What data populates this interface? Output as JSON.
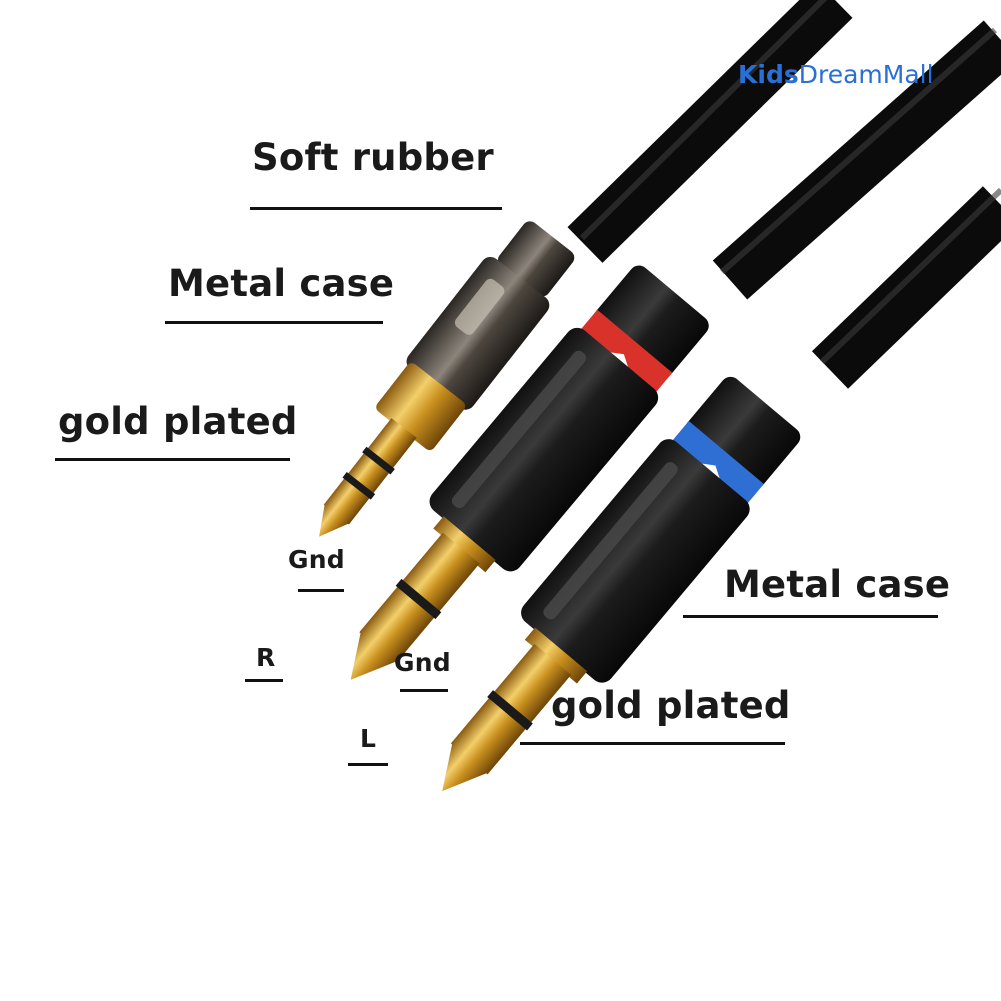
{
  "watermark": {
    "part1": "Kids",
    "part2": "DreamMall"
  },
  "labels": {
    "soft_rubber": "Soft rubber",
    "metal_case_left": "Metal case",
    "gold_plated_left": "gold plated",
    "gnd_1": "Gnd",
    "r": "R",
    "gnd_2": "Gnd",
    "l": "L",
    "metal_case_right": "Metal case",
    "gold_plated_right": "gold plated"
  },
  "colors": {
    "cable": "#0d0d0d",
    "gold": "#d4a02a",
    "red_band": "#d9322a",
    "blue_band": "#2f6fd4",
    "watermark": "#2a6fd6"
  },
  "objects": [
    "3.5mm TRS plug",
    "6.35mm TS plug (red)",
    "6.35mm TS plug (blue)"
  ]
}
